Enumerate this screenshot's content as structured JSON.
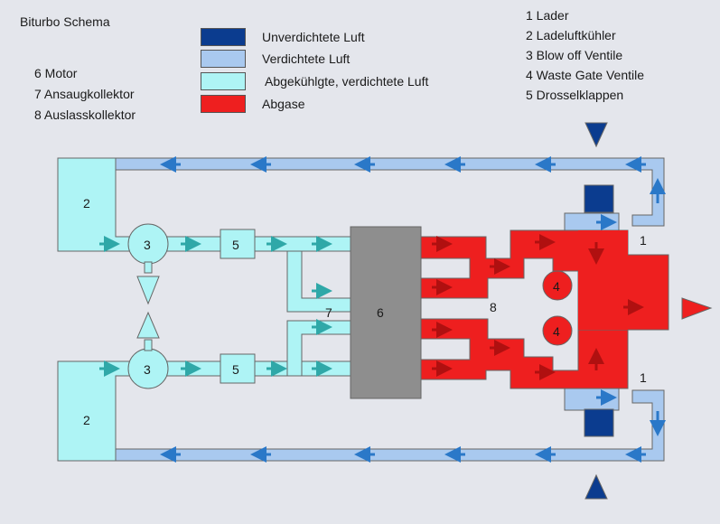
{
  "title": "Biturbo Schema",
  "colors": {
    "unverdichtet": "#0b3c8f",
    "verdichtet": "#a9c9ef",
    "abgekuehlt": "#aef4f5",
    "abgase": "#ee1f1f",
    "motor": "#8e8e8e",
    "arrow_air": "#2a78c8",
    "arrow_cool": "#2fa8a8",
    "arrow_exhaust": "#b01010"
  },
  "legend": [
    {
      "label": "Unverdichtete Luft",
      "color": "#0b3c8f"
    },
    {
      "label": "Verdichtete Luft",
      "color": "#a9c9ef"
    },
    {
      "label": "Abgekühlgte, verdichtete Luft",
      "color": "#aef4f5"
    },
    {
      "label": "Abgase",
      "color": "#ee1f1f"
    }
  ],
  "parts_left": [
    "6 Motor",
    "7 Ansaugkollektor",
    "8 Auslasskollektor"
  ],
  "parts_right": [
    "1 Lader",
    "2 Ladeluftkühler",
    "3 Blow off Ventile",
    "4 Waste Gate Ventile",
    "5 Drosselklappen"
  ],
  "labels": {
    "laderoben": "1",
    "laderunten": "1",
    "kuehleroben": "2",
    "kuehlerunten": "2",
    "blowoffoben": "3",
    "blowoffunten": "3",
    "wastegateoben": "4",
    "wastegateunten": "4",
    "drosseloben": "5",
    "drosselunten": "5",
    "motor": "6",
    "ansaug": "7",
    "auslass": "8"
  }
}
